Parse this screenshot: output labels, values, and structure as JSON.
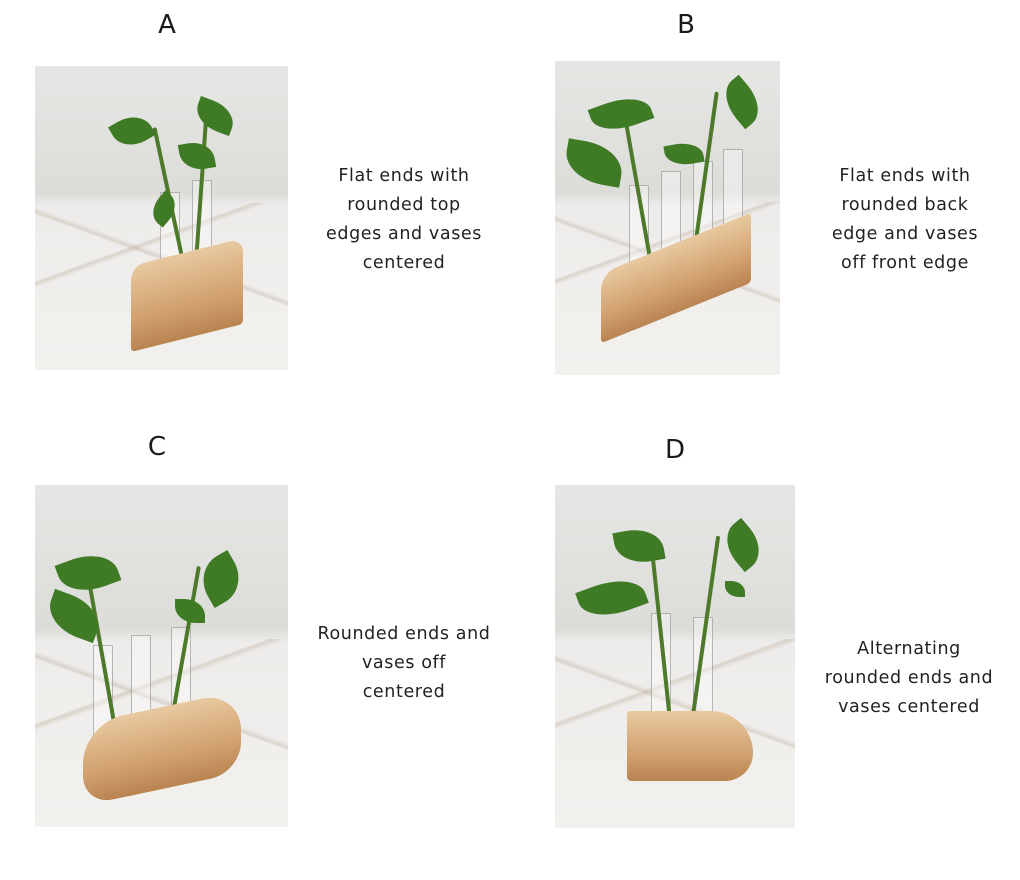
{
  "options": [
    {
      "label": "A",
      "description": [
        "Flat ends with",
        "rounded top",
        "edges and vases",
        "centered"
      ]
    },
    {
      "label": "B",
      "description": [
        "Flat ends with",
        "rounded back",
        "edge and vases",
        "off front edge"
      ]
    },
    {
      "label": "C",
      "description": [
        "Rounded ends and",
        "vases off",
        "centered"
      ]
    },
    {
      "label": "D",
      "description": [
        "Alternating",
        "rounded ends and",
        "vases centered"
      ]
    }
  ]
}
